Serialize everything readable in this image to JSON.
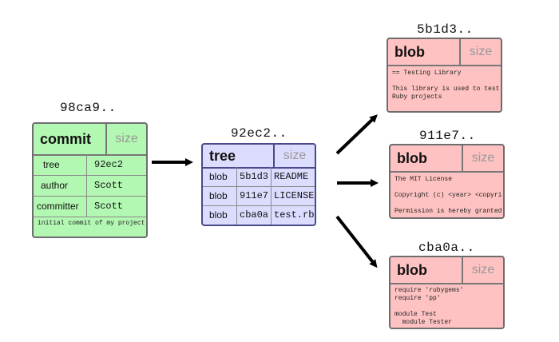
{
  "commit": {
    "hash": "98ca9..",
    "type": "commit",
    "size_label": "size",
    "rows": [
      {
        "key": "tree",
        "value": "92ec2"
      },
      {
        "key": "author",
        "value": "Scott"
      },
      {
        "key": "committer",
        "value": "Scott"
      }
    ],
    "message": "initial commit of my project"
  },
  "tree": {
    "hash": "92ec2..",
    "type": "tree",
    "size_label": "size",
    "entries": [
      {
        "type": "blob",
        "sha": "5b1d3",
        "name": "README"
      },
      {
        "type": "blob",
        "sha": "911e7",
        "name": "LICENSE"
      },
      {
        "type": "blob",
        "sha": "cba0a",
        "name": "test.rb"
      }
    ]
  },
  "blobs": [
    {
      "hash": "5b1d3..",
      "type": "blob",
      "size_label": "size",
      "content": "== Testing Library\n\nThis library is used to test\nRuby projects"
    },
    {
      "hash": "911e7..",
      "type": "blob",
      "size_label": "size",
      "content": "The MIT License\n\nCopyright (c) <year> <copyright\n\nPermission is hereby granted,"
    },
    {
      "hash": "cba0a..",
      "type": "blob",
      "size_label": "size",
      "content": "require 'rubygems'\nrequire 'pp'\n\nmodule Test\n  module Tester"
    }
  ],
  "colors": {
    "commit_fill": "#b2f7b2",
    "tree_fill": "#dcdcff",
    "tree_border": "#4a4a8a",
    "blob_fill": "#ffc2c2",
    "arrow": "#000000"
  }
}
